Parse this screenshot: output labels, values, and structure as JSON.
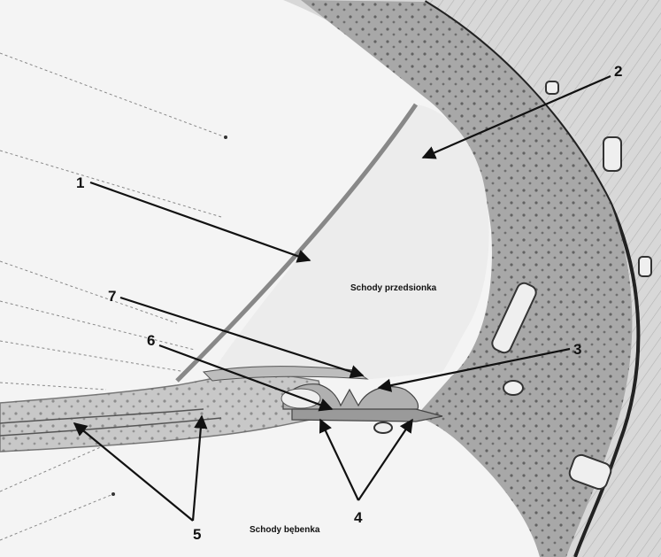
{
  "diagram": {
    "regions": {
      "vestibuli": "Schody przedsionka",
      "tympani": "Schody bębenka"
    },
    "labels": [
      "1",
      "2",
      "3",
      "4",
      "5",
      "6",
      "7"
    ],
    "colors": {
      "tissue": "#9a9a9a",
      "tissue_light": "#c9c9c9",
      "bone": "#d4d4d4",
      "cavity": "#eeeeee",
      "nuclei": "#3a3a3a",
      "arrow": "#111111"
    }
  }
}
